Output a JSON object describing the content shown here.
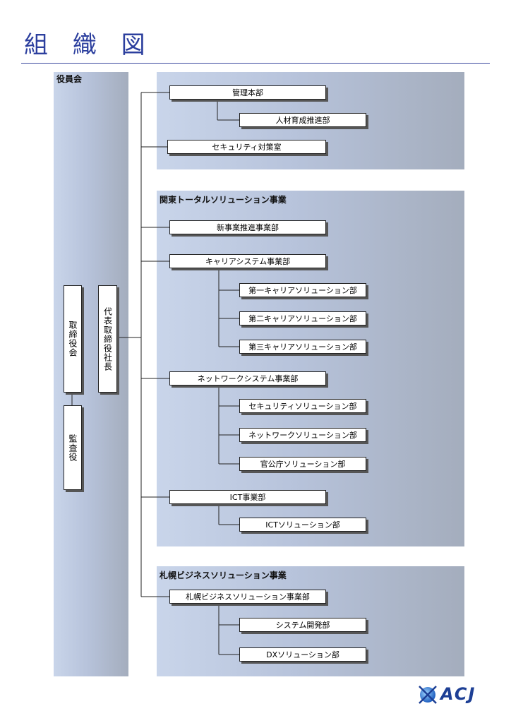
{
  "title": "組 織 図",
  "sidebar": {
    "label": "役員会",
    "board": "取締役会",
    "president": "代表取締役社長",
    "auditor": "監査役"
  },
  "panels": [
    {
      "label": "",
      "departments": [
        {
          "name": "管理本部",
          "subs": [
            "人材育成推進部"
          ]
        },
        {
          "name": "セキュリティ対策室",
          "subs": []
        }
      ]
    },
    {
      "label": "関東トータルソリューション事業",
      "departments": [
        {
          "name": "新事業推進事業部",
          "subs": []
        },
        {
          "name": "キャリアシステム事業部",
          "subs": [
            "第一キャリアソリューション部",
            "第二キャリアソリューション部",
            "第三キャリアソリューション部"
          ]
        },
        {
          "name": "ネットワークシステム事業部",
          "subs": [
            "セキュリティソリューション部",
            "ネットワークソリューション部",
            "官公庁ソリューション部"
          ]
        },
        {
          "name": "ICT事業部",
          "subs": [
            "ICTソリューション部"
          ]
        }
      ]
    },
    {
      "label": "札幌ビジネスソリューション事業",
      "departments": [
        {
          "name": "札幌ビジネスソリューション事業部",
          "subs": [
            "システム開発部",
            "DXソリューション部"
          ]
        }
      ]
    }
  ],
  "logo": {
    "text": "ACJ",
    "icon": "acj-globe-logo-icon",
    "color": "#1d3f95"
  },
  "colors": {
    "title": "#2c3f9e",
    "panel_light": "#c9d5ea",
    "panel_dark": "#a4adbd"
  }
}
